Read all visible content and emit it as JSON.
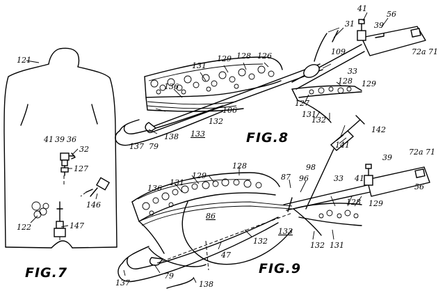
{
  "figures": {
    "fig7": "FIG.7",
    "fig8": "FIG.8",
    "fig9": "FIG.9"
  },
  "labels": {
    "l121": "121",
    "l41a": "41",
    "l39a": "39",
    "l36a": "36",
    "l32a": "32",
    "l127a": "127",
    "l146a": "146",
    "l122": "122",
    "l147": "147",
    "l31": "31",
    "l41b": "41",
    "l56a": "56",
    "l39b": "39",
    "l72a1": "72a",
    "l71a": "71",
    "l136a": "136",
    "l131a": "131",
    "l129a": "129",
    "l128a": "128",
    "l126": "126",
    "l109": "109",
    "l33a": "33",
    "l128b": "128",
    "l129b": "129",
    "l106": "106",
    "l127b": "127",
    "l131b": "131",
    "l132a": "132",
    "l132b": "132",
    "l133a": "133",
    "l138a": "138",
    "l137a": "137",
    "l79a": "79",
    "l142": "142",
    "l141": "141",
    "l72a2": "72a",
    "l71b": "71",
    "l39c": "39",
    "l98": "98",
    "l87": "87",
    "l96": "96",
    "l33b": "33",
    "l41c": "41",
    "l56b": "56",
    "l128c": "128",
    "l129c": "129",
    "l131c": "131",
    "l129d": "129",
    "l128d": "128",
    "l136b": "136",
    "l86": "86",
    "l133b": "133",
    "l132c": "132",
    "l131d": "131",
    "l132d": "132",
    "l47": "47",
    "l137b": "137",
    "l79b": "79",
    "l138b": "138"
  }
}
